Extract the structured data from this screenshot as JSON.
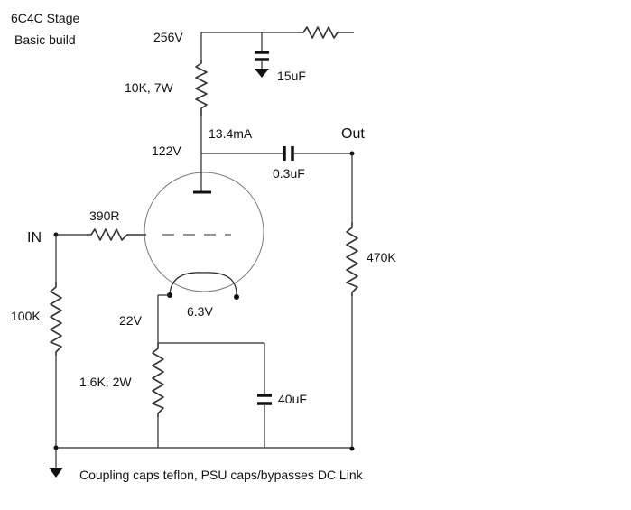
{
  "title": {
    "line1": "6C4C Stage",
    "line2": "Basic build"
  },
  "labels": {
    "supply_voltage": "256V",
    "plate_resistor": "10K, 7W",
    "supply_cap": "15uF",
    "plate_current": "13.4mA",
    "plate_voltage": "122V",
    "coupling_cap": "0.3uF",
    "output": "Out",
    "grid_stopper": "390R",
    "input": "IN",
    "output_resistor": "470K",
    "grid_leak": "100K",
    "heater_voltage": "6.3V",
    "cathode_voltage": "22V",
    "cathode_resistor": "1.6K, 2W",
    "cathode_bypass_cap": "40uF"
  },
  "note": "Coupling caps teflon, PSU caps/bypasses DC Link"
}
